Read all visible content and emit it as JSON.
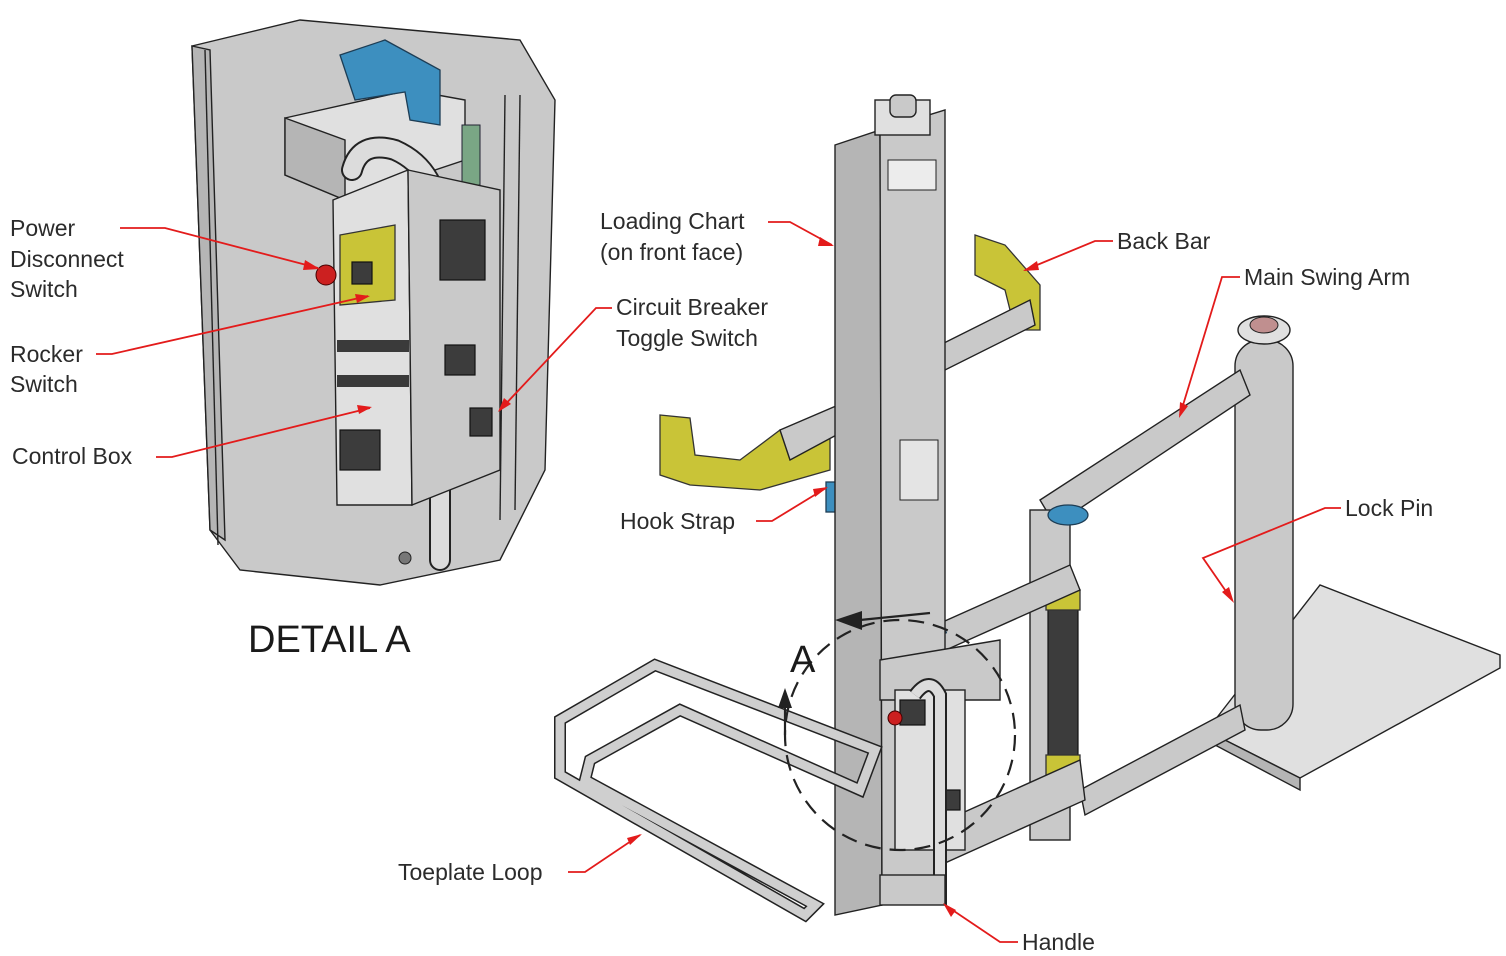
{
  "detail": {
    "title": "DETAIL  A",
    "callout": "A"
  },
  "labels": {
    "power_disconnect": [
      "Power",
      "Disconnect",
      "Switch"
    ],
    "rocker": [
      "Rocker",
      "Switch"
    ],
    "control_box": "Control Box",
    "loading_chart": [
      "Loading Chart",
      "(on front face)"
    ],
    "circuit_breaker": [
      "Circuit Breaker",
      "Toggle Switch"
    ],
    "back_bar": "Back Bar",
    "main_swing_arm": "Main Swing Arm",
    "hook_strap": "Hook Strap",
    "lock_pin": "Lock Pin",
    "toeplate_loop": "Toeplate Loop",
    "handle": "Handle"
  },
  "colors": {
    "leader": "#e31b1b",
    "metal": "#c9c9c9",
    "accent_yellow": "#c9c437",
    "accent_blue": "#3d8fbf"
  }
}
